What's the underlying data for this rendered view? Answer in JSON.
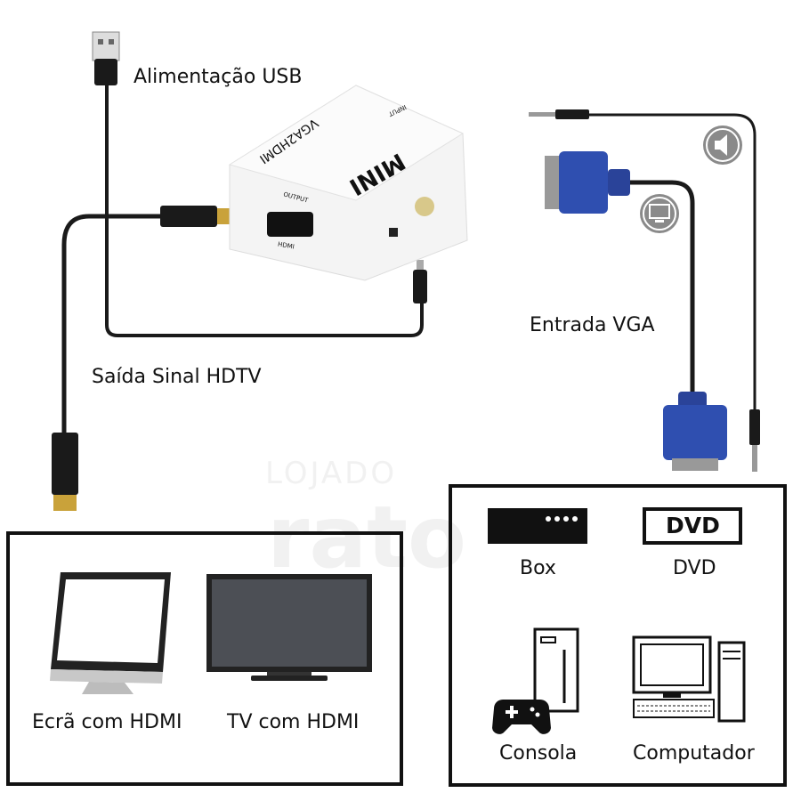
{
  "watermark": {
    "line1": "LOJADO",
    "line2": "rato"
  },
  "device": {
    "top_text": "MINI",
    "model_text": "VGA2HDMI",
    "input_text": "INPUT",
    "output_text": "OUTPUT",
    "port_text": "HDMI"
  },
  "labels": {
    "usb_power": "Alimentação USB",
    "hdtv_output": "Saída Sinal HDTV",
    "vga_input": "Entrada VGA"
  },
  "output_devices": [
    {
      "label": "Ecrã com HDMI",
      "icon": "monitor-icon"
    },
    {
      "label": "TV com HDMI",
      "icon": "tv-icon"
    }
  ],
  "input_devices": [
    {
      "label": "Box",
      "icon": "set-top-box-icon"
    },
    {
      "label": "DVD",
      "icon": "dvd-icon",
      "icon_text": "DVD"
    },
    {
      "label": "Consola",
      "icon": "game-console-icon"
    },
    {
      "label": "Computador",
      "icon": "desktop-computer-icon"
    }
  ],
  "colors": {
    "vga_blue": "#2f4fb0",
    "cable": "#1a1a1a",
    "panel_border": "#111111",
    "badge_gray": "#8a8a8a"
  }
}
